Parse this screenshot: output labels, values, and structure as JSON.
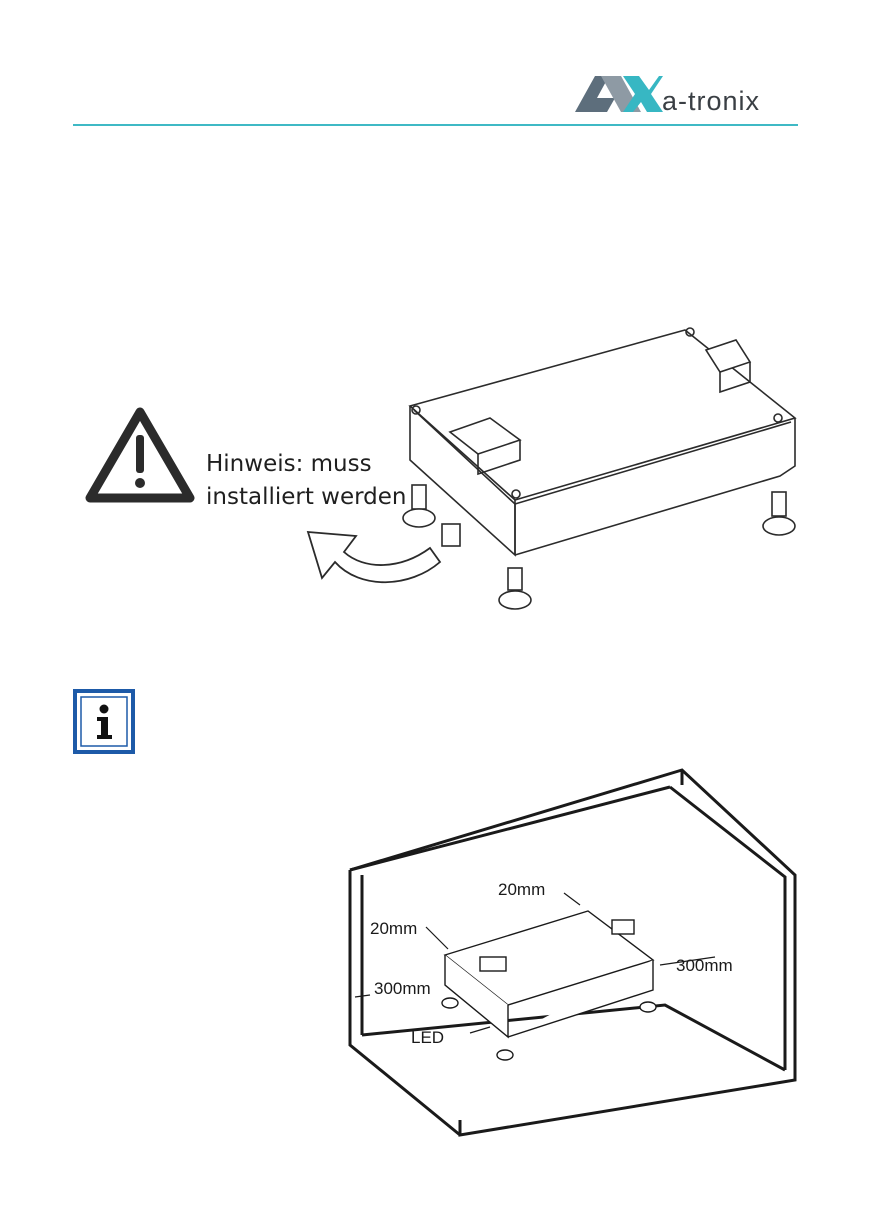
{
  "header": {
    "logo_text": "a-tronix",
    "accent_color": "#3fb9c5",
    "logo_colors": [
      "#5d6e7c",
      "#37b7c3"
    ]
  },
  "figure1": {
    "warning_icon": "warning-triangle-icon",
    "note_line1": "Hinweis: muss",
    "note_line2": "installiert werden"
  },
  "info": {
    "icon": "info-icon",
    "color": "#1d5aa8"
  },
  "figure2": {
    "label_20mm_top": "20mm",
    "label_20mm_left": "20mm",
    "label_300mm_left": "300mm",
    "label_300mm_right": "300mm",
    "label_led": "LED"
  }
}
